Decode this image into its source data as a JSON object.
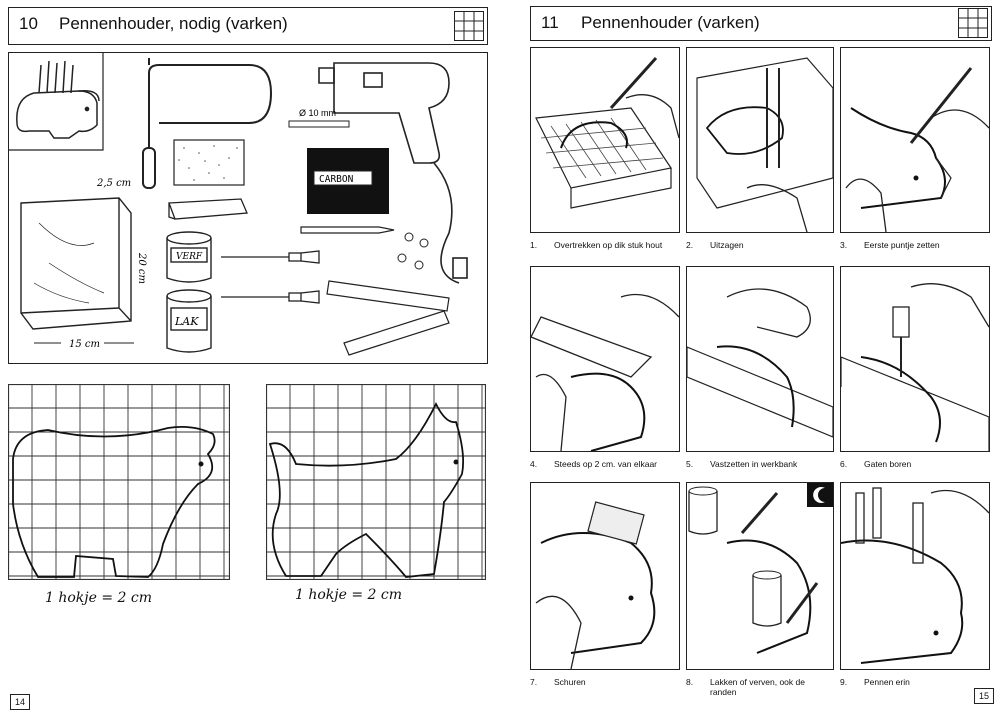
{
  "left_page": {
    "number": "10",
    "title": "Pennenhouder, nodig (varken)",
    "tool_labels": {
      "drill_size": "Ø 10 mm",
      "carbon": "CARBON",
      "verf": "VERF",
      "lak": "LAK",
      "thickness": "2,5 cm",
      "height": "20 cm",
      "width": "15 cm"
    },
    "grid_note_1": "1 hokje = 2 cm",
    "grid_note_2": "1 hokje = 2 cm",
    "page_number": "14"
  },
  "right_page": {
    "number": "11",
    "title": "Pennenhouder (varken)",
    "steps": [
      {
        "n": "1.",
        "text": "Overtrekken op dik stuk hout"
      },
      {
        "n": "2.",
        "text": "Uitzagen"
      },
      {
        "n": "3.",
        "text": "Eerste puntje zetten"
      },
      {
        "n": "4.",
        "text": "Steeds op 2 cm. van elkaar"
      },
      {
        "n": "5.",
        "text": "Vastzetten in werkbank"
      },
      {
        "n": "6.",
        "text": "Gaten boren"
      },
      {
        "n": "7.",
        "text": "Schuren"
      },
      {
        "n": "8.",
        "text": "Lakken of verven, ook de randen"
      },
      {
        "n": "9.",
        "text": "Pennen erin"
      }
    ],
    "page_number": "15"
  }
}
